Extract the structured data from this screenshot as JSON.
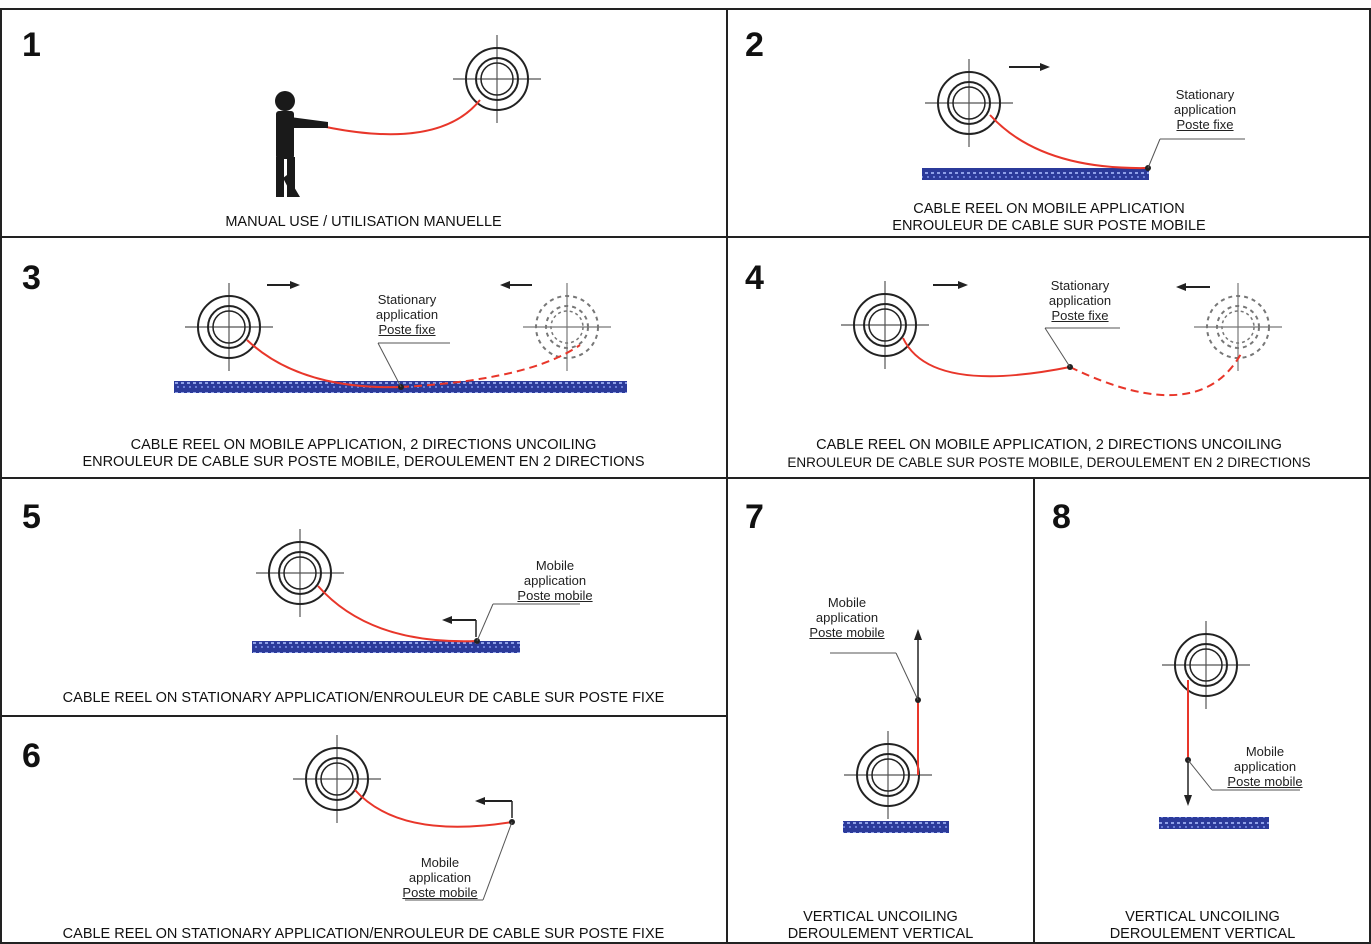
{
  "panels": {
    "p1": {
      "number": "1",
      "caption": "MANUAL USE / UTILISATION MANUELLE"
    },
    "p2": {
      "number": "2",
      "caption_line1": "CABLE REEL ON MOBILE APPLICATION",
      "caption_line2": "ENROULEUR DE CABLE SUR POSTE MOBILE",
      "label_line1": "Stationary",
      "label_line2": "application",
      "label_line3": "Poste fixe"
    },
    "p3": {
      "number": "3",
      "caption_line1": "CABLE REEL ON MOBILE APPLICATION, 2 DIRECTIONS UNCOILING",
      "caption_line2": "ENROULEUR DE CABLE SUR POSTE MOBILE, DEROULEMENT EN 2 DIRECTIONS",
      "label_line1": "Stationary",
      "label_line2": "application",
      "label_line3": "Poste fixe"
    },
    "p4": {
      "number": "4",
      "caption_line1": "CABLE REEL ON MOBILE APPLICATION, 2 DIRECTIONS UNCOILING",
      "caption_line2": "ENROULEUR DE CABLE SUR POSTE MOBILE, DEROULEMENT EN 2 DIRECTIONS",
      "label_line1": "Stationary",
      "label_line2": "application",
      "label_line3": "Poste fixe"
    },
    "p5": {
      "number": "5",
      "caption": "CABLE REEL ON STATIONARY APPLICATION/ENROULEUR DE CABLE SUR POSTE FIXE",
      "label_line1": "Mobile",
      "label_line2": "application",
      "label_line3": "Poste mobile"
    },
    "p6": {
      "number": "6",
      "caption": "CABLE REEL ON STATIONARY APPLICATION/ENROULEUR DE CABLE SUR POSTE FIXE",
      "label_line1": "Mobile",
      "label_line2": "application",
      "label_line3": "Poste mobile"
    },
    "p7": {
      "number": "7",
      "caption_line1": "VERTICAL UNCOILING",
      "caption_line2": "DEROULEMENT VERTICAL",
      "label_line1": "Mobile",
      "label_line2": "application",
      "label_line3": "Poste mobile"
    },
    "p8": {
      "number": "8",
      "caption_line1": "VERTICAL UNCOILING",
      "caption_line2": "DEROULEMENT VERTICAL",
      "label_line1": "Mobile",
      "label_line2": "application",
      "label_line3": "Poste mobile"
    }
  },
  "colors": {
    "cable": "#e8362a",
    "rail": "#2b3a9a",
    "line": "#222222",
    "crosshair": "#555555"
  }
}
